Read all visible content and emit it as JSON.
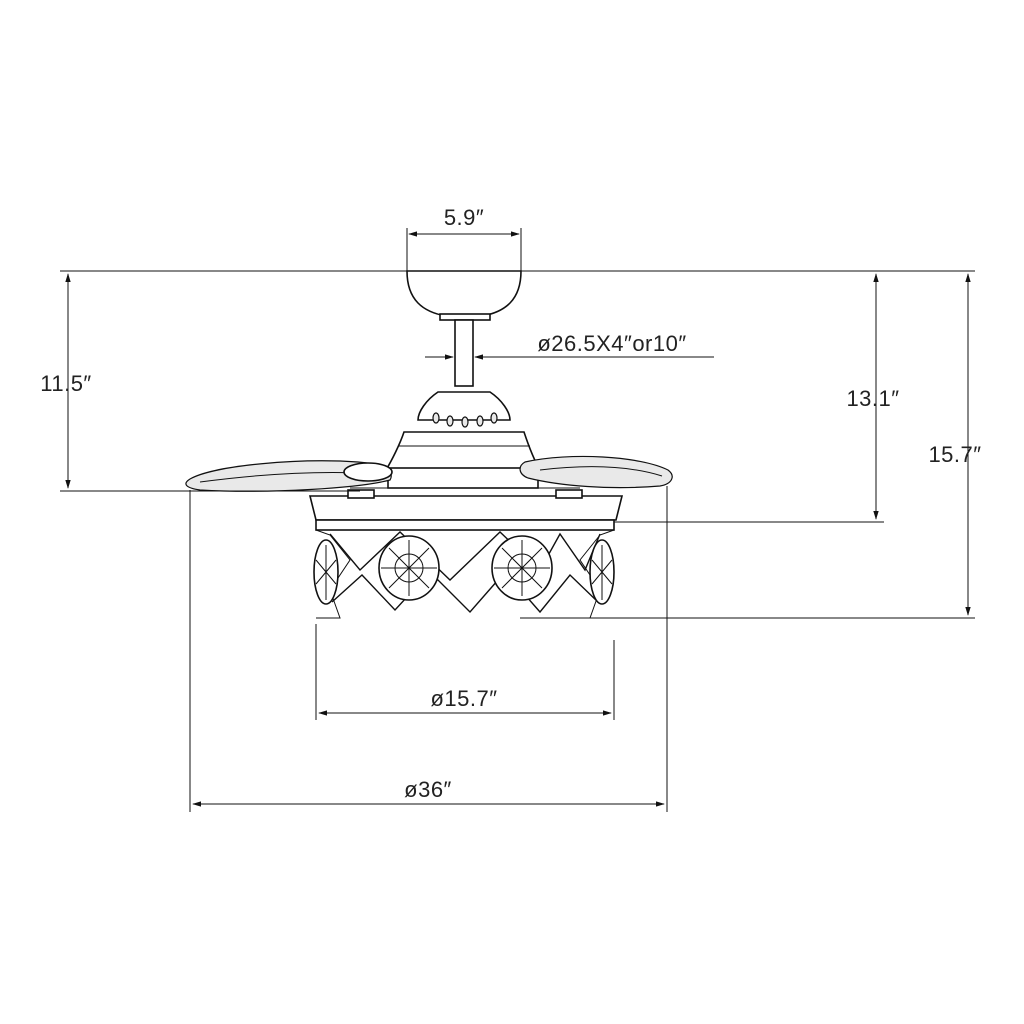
{
  "dimensions": {
    "canopy_width": "5.9″",
    "downrod": "ø26.5X4″or10″",
    "height_to_blades": "11.5″",
    "height_to_light_top": "13.1″",
    "overall_height": "15.7″",
    "light_diameter": "ø15.7″",
    "fan_diameter": "ø36″"
  },
  "colors": {
    "line": "#111111",
    "background": "#ffffff"
  }
}
